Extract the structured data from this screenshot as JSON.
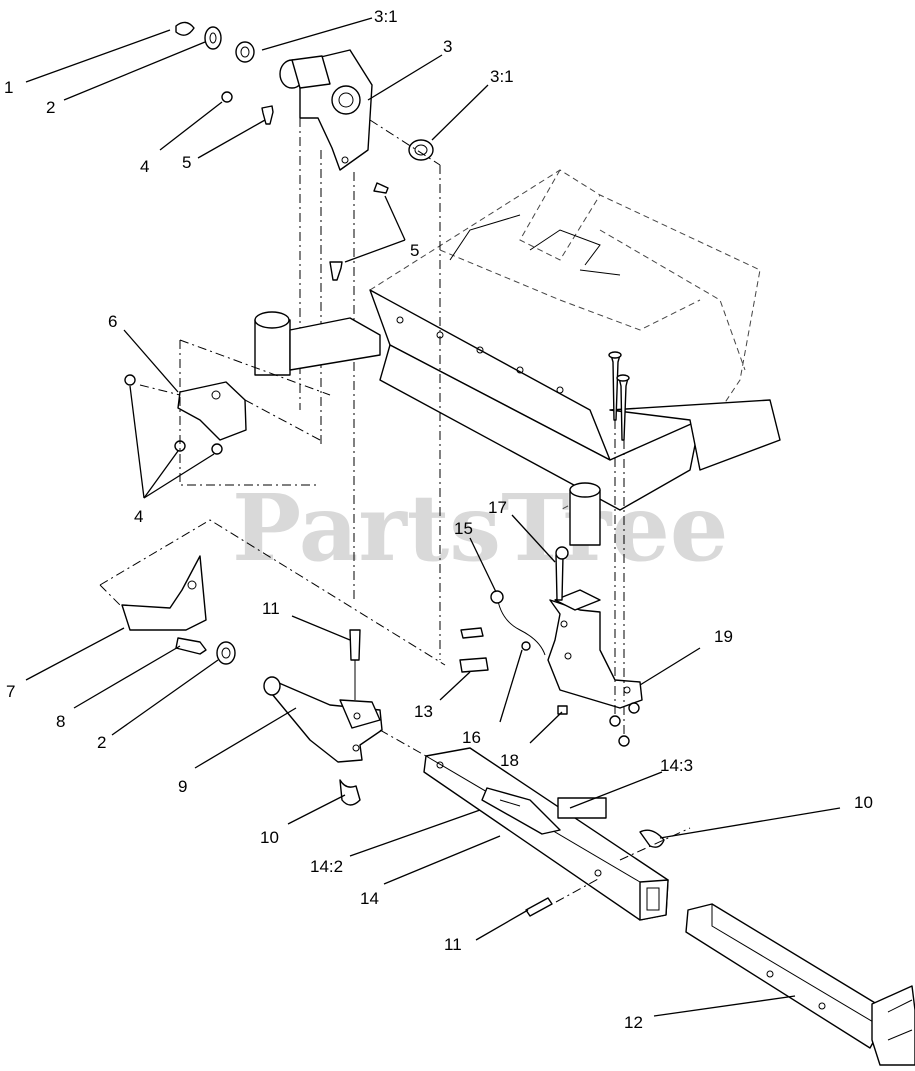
{
  "watermark": "PartsTree",
  "callouts": {
    "c1": "1",
    "c2a": "2",
    "c31a": "3:1",
    "c3": "3",
    "c31b": "3:1",
    "c4a": "4",
    "c5a": "5",
    "c5b": "5",
    "c6": "6",
    "c4b": "4",
    "c15": "15",
    "c17": "17",
    "c7": "7",
    "c11a": "11",
    "c19": "19",
    "c8": "8",
    "c13": "13",
    "c16": "16",
    "c2b": "2",
    "c18": "18",
    "c9": "9",
    "c143": "14:3",
    "c10a": "10",
    "c10b": "10",
    "c142": "14:2",
    "c14": "14",
    "c11b": "11",
    "c12": "12"
  }
}
